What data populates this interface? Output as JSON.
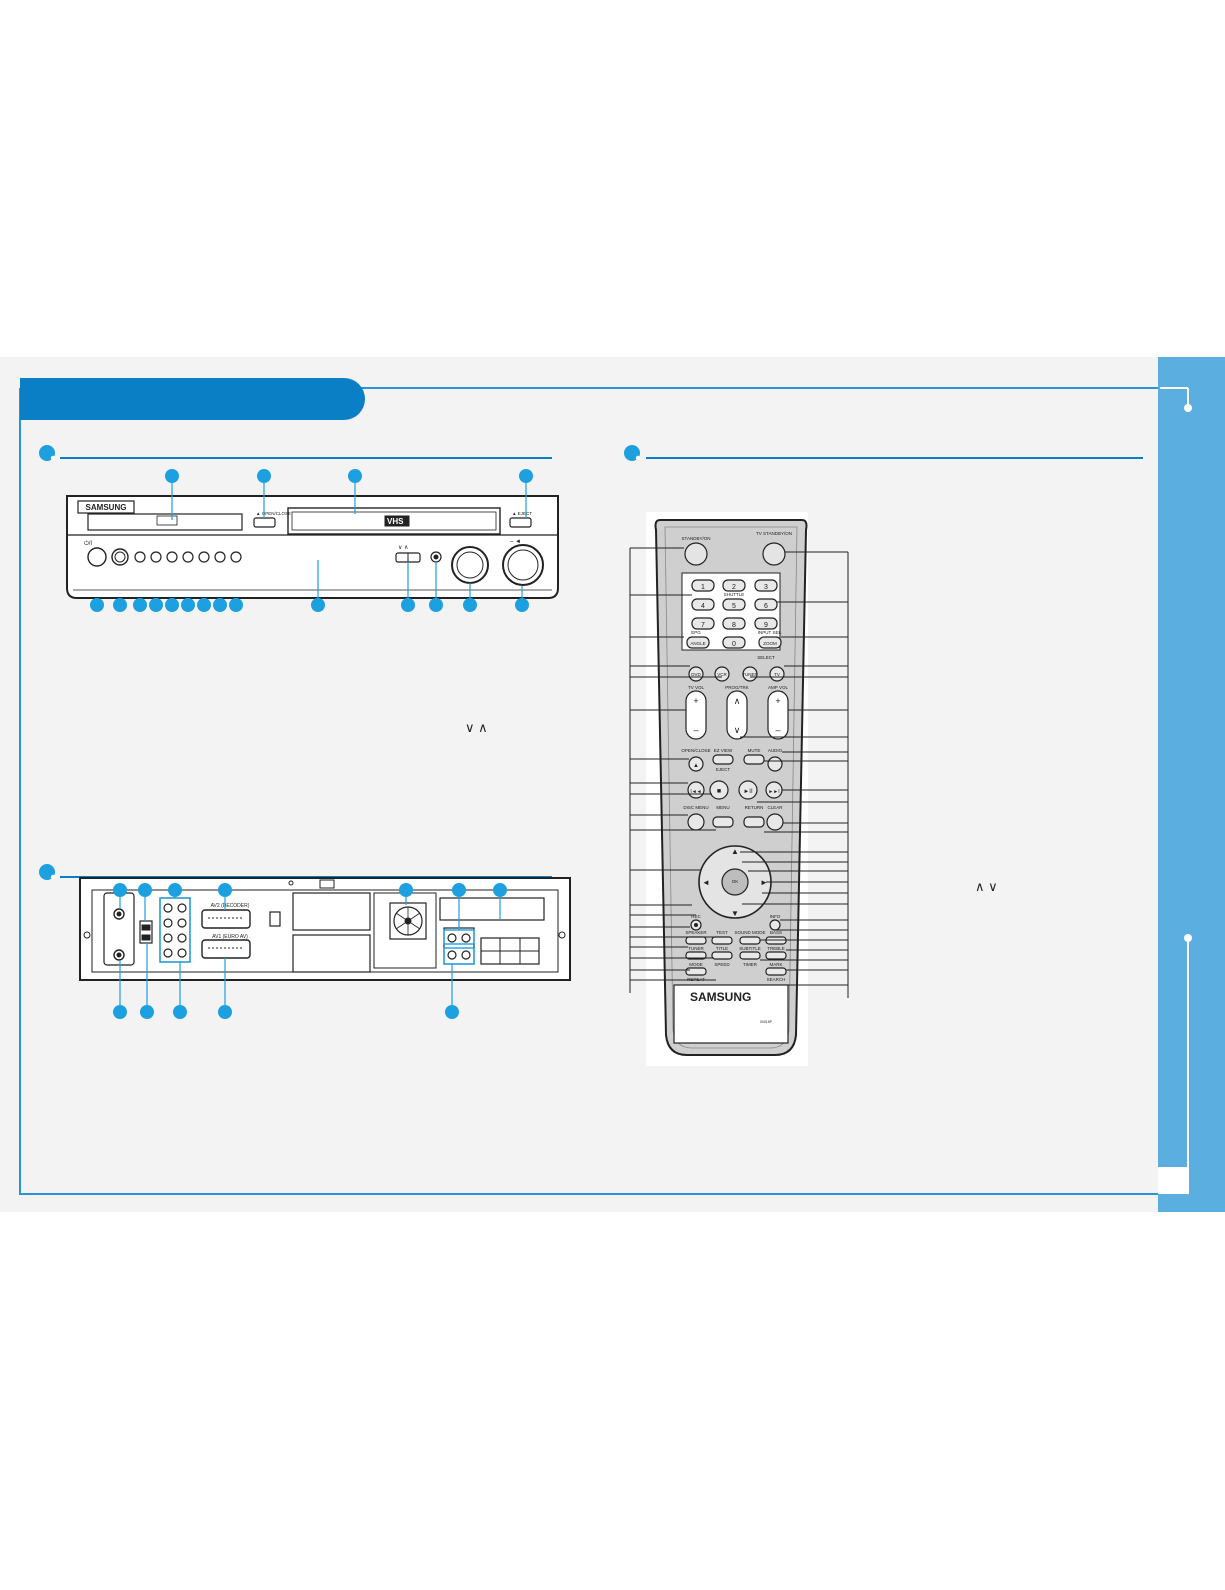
{
  "colors": {
    "accent": "#0a7fc6",
    "callout": "#1da0e0",
    "sidebar": "#5aaee0",
    "frame": "#2d93d6"
  },
  "front_panel": {
    "brand": "SAMSUNG",
    "standby_label": "⏻/I",
    "standby_vcr_label": "▲ OPEN/CLOSE",
    "eject_vcr_label": "▲ EJECT",
    "vhs_logo": "VHS",
    "prog_symbols": "∨  ∧",
    "vol_label": "–  ◄"
  },
  "rear_panel": {
    "av2_label": "AV2 (DECODER)",
    "av1_label": "AV1 (EURO AV)"
  },
  "remote": {
    "brand": "SAMSUNG",
    "model": "00015P",
    "labels": {
      "standby_on": "STANDBY/ON",
      "tv_standby_on": "TV STANDBY/ON",
      "shuttle": "SHUTTLE",
      "epg": "EPG",
      "angle": "ANGLE",
      "input_sel": "INPUT SEL.",
      "zoom": "ZOOM",
      "select": "SELECT",
      "dvd": "DVD",
      "vcr": "VCR",
      "tuner": "TUNER",
      "tv": "TV",
      "tv_vol": "TV VOL",
      "prog_trk": "PROG/TRK",
      "amp_vol": "AMP VOL",
      "open_close": "OPEN/CLOSE",
      "ez_view": "EZ VIEW",
      "mute": "MUTE",
      "audio": "AUDIO",
      "eject": "EJECT",
      "disc_menu": "DISC MENU",
      "menu": "MENU",
      "return": "RETURN",
      "clear": "CLEAR",
      "ok": "OK",
      "rec": "REC",
      "info": "INFO",
      "speaker": "SPEAKER",
      "test": "TEST",
      "sound_mode": "SOUND MODE",
      "bass": "BASS",
      "tuner2": "TUNER",
      "title": "TITLE",
      "subtitle": "SUBTITLE",
      "treble": "TREBLE",
      "mode": "MODE",
      "speed": "SPEED",
      "timer": "TIMER",
      "mark": "MARK",
      "repeat": "REPEAT",
      "search": "SEARCH"
    },
    "digits": [
      "1",
      "2",
      "3",
      "4",
      "5",
      "6",
      "7",
      "8",
      "9",
      "0"
    ],
    "prog_symbols": "∧  ∨"
  }
}
